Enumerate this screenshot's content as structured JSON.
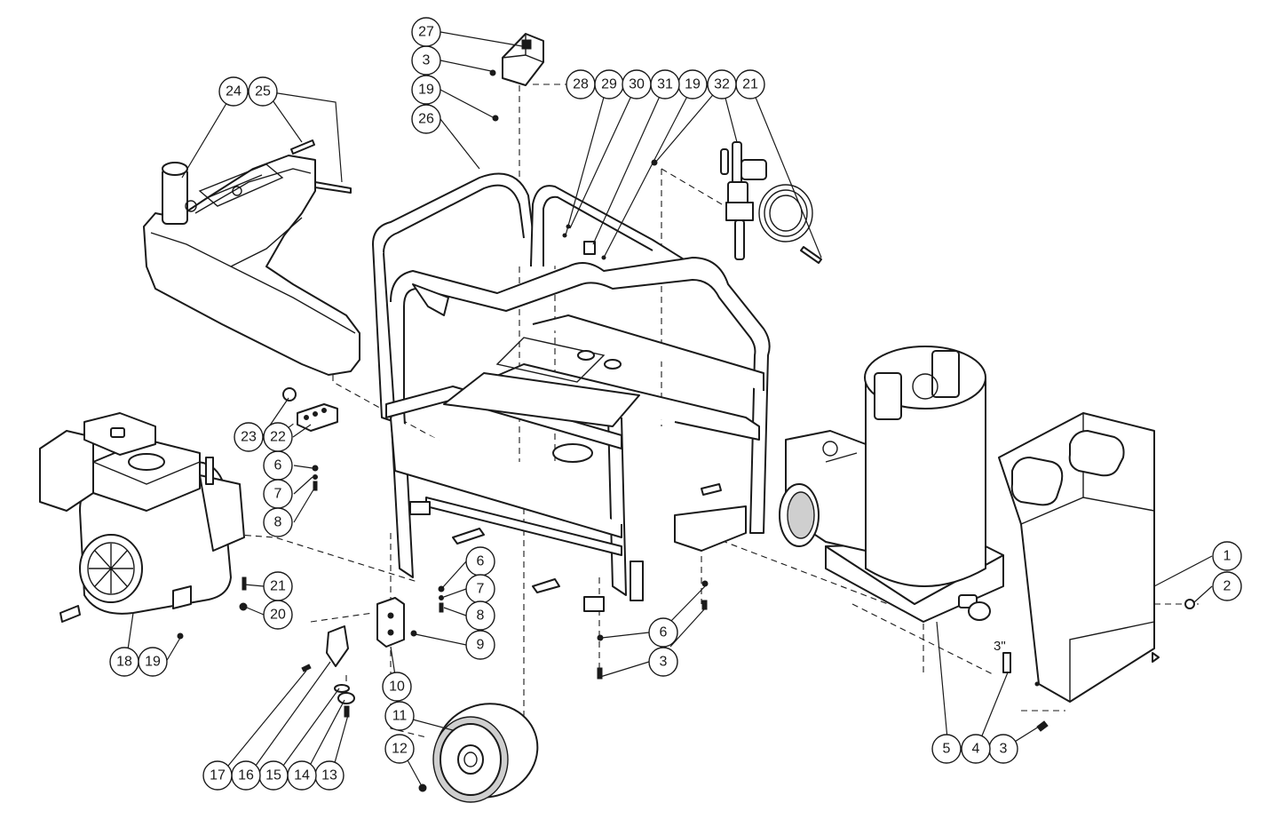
{
  "callouts": [
    {
      "id": "c1",
      "label": "1"
    },
    {
      "id": "c2",
      "label": "2"
    },
    {
      "id": "c3a",
      "label": "3"
    },
    {
      "id": "c3b",
      "label": "3"
    },
    {
      "id": "c3c",
      "label": "3"
    },
    {
      "id": "c4",
      "label": "4"
    },
    {
      "id": "c5",
      "label": "5"
    },
    {
      "id": "c6a",
      "label": "6"
    },
    {
      "id": "c6b",
      "label": "6"
    },
    {
      "id": "c6c",
      "label": "6"
    },
    {
      "id": "c7a",
      "label": "7"
    },
    {
      "id": "c7b",
      "label": "7"
    },
    {
      "id": "c8a",
      "label": "8"
    },
    {
      "id": "c8b",
      "label": "8"
    },
    {
      "id": "c9",
      "label": "9"
    },
    {
      "id": "c10",
      "label": "10"
    },
    {
      "id": "c11",
      "label": "11"
    },
    {
      "id": "c12",
      "label": "12"
    },
    {
      "id": "c13",
      "label": "13"
    },
    {
      "id": "c14",
      "label": "14"
    },
    {
      "id": "c15",
      "label": "15"
    },
    {
      "id": "c16",
      "label": "16"
    },
    {
      "id": "c17",
      "label": "17"
    },
    {
      "id": "c18",
      "label": "18"
    },
    {
      "id": "c19a",
      "label": "19"
    },
    {
      "id": "c19b",
      "label": "19"
    },
    {
      "id": "c19c",
      "label": "19"
    },
    {
      "id": "c20",
      "label": "20"
    },
    {
      "id": "c21a",
      "label": "21"
    },
    {
      "id": "c21b",
      "label": "21"
    },
    {
      "id": "c22",
      "label": "22"
    },
    {
      "id": "c23",
      "label": "23"
    },
    {
      "id": "c24",
      "label": "24"
    },
    {
      "id": "c25",
      "label": "25"
    },
    {
      "id": "c26",
      "label": "26"
    },
    {
      "id": "c27",
      "label": "27"
    },
    {
      "id": "c28",
      "label": "28"
    },
    {
      "id": "c29",
      "label": "29"
    },
    {
      "id": "c30",
      "label": "30"
    },
    {
      "id": "c31",
      "label": "31"
    },
    {
      "id": "c32",
      "label": "32"
    }
  ],
  "dimension_note": "3\""
}
